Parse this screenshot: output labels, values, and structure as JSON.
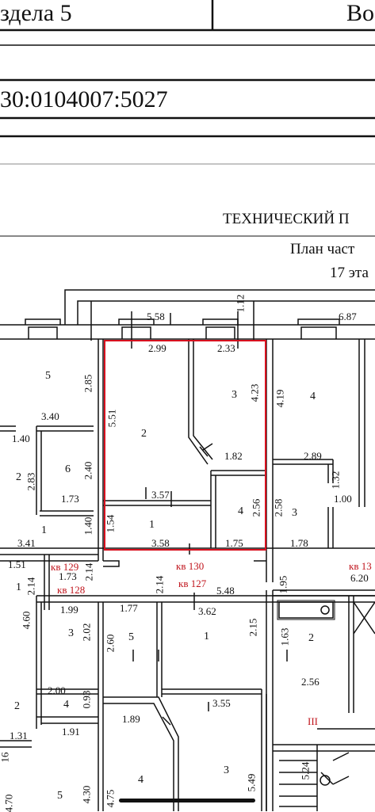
{
  "header": {
    "section_text": "здела 5",
    "right_text": "Во",
    "cadastral_number": "30:0104007:5027"
  },
  "plan": {
    "title": "ТЕХНИЧЕСКИЙ П",
    "subtitle_line1": "План част",
    "subtitle_line2": "17 эта"
  },
  "apartments": {
    "kv129": "кв 129",
    "kv130": "кв 130",
    "kv13x": "кв 13",
    "kv128": "кв 128",
    "kv127": "кв 127"
  },
  "rooms": {
    "r5_top": "5",
    "r2_main": "2",
    "r3_top": "3",
    "r4_right": "4",
    "r6": "6",
    "r2_left": "2",
    "r1_left": "1",
    "r1_130": "1",
    "r4_130": "4",
    "r3_right": "3",
    "r1_farleft": "1",
    "r3_128": "3",
    "r5_127": "5",
    "r1_127": "1",
    "r2_stair": "2",
    "r2_bottomleft": "2",
    "r4_128": "4",
    "stair_III": "III",
    "r4_bottom": "4",
    "r3_bottom": "3",
    "r5_bottom": "5"
  },
  "dimensions": {
    "d_1_12": "1.12",
    "d_5_58": "5.58",
    "d_6_87": "6.87",
    "d_2_99": "2.99",
    "d_2_33": "2.33",
    "d_2_85": "2.85",
    "d_5_51": "5.51",
    "d_4_23": "4.23",
    "d_4_19": "4.19",
    "d_3_40": "3.40",
    "d_1_40a": "1.40",
    "d_2_83": "2.83",
    "d_2_40": "2.40",
    "d_1_73a": "1.73",
    "d_1_82": "1.82",
    "d_2_89": "2.89",
    "d_1_32": "1.32",
    "d_1_00": "1.00",
    "d_3_57": "3.57",
    "d_2_56a": "2.56",
    "d_2_58": "2.58",
    "d_1_40b": "1.40",
    "d_1_54": "1.54",
    "d_3_41": "3.41",
    "d_3_58": "3.58",
    "d_1_75": "1.75",
    "d_1_78": "1.78",
    "d_1_51": "1.51",
    "d_2_14a": "2.14",
    "d_2_14b": "2.14",
    "d_2_14c": "2.14",
    "d_1_95": "1.95",
    "d_6_20": "6.20",
    "d_1_73b": "1.73",
    "d_5_48": "5.48",
    "d_4_60": "4.60",
    "d_1_99": "1.99",
    "d_1_77": "1.77",
    "d_3_62": "3.62",
    "d_2_02": "2.02",
    "d_2_60": "2.60",
    "d_2_15": "2.15",
    "d_1_63": "1.63",
    "d_2_00": "2.00",
    "d_0_93": "0.93",
    "d_2_56b": "2.56",
    "d_1_91": "1.91",
    "d_1_89": "1.89",
    "d_3_55": "3.55",
    "d_1_31": "1.31",
    "d_16": "16",
    "d_4_30": "4.30",
    "d_4_75": "4.75",
    "d_5_49": "5.49",
    "d_5_24": "5.24",
    "d_4_70": "4.70"
  },
  "colors": {
    "highlight": "#d8101e",
    "label_red": "#c0141c",
    "line": "#111111"
  }
}
